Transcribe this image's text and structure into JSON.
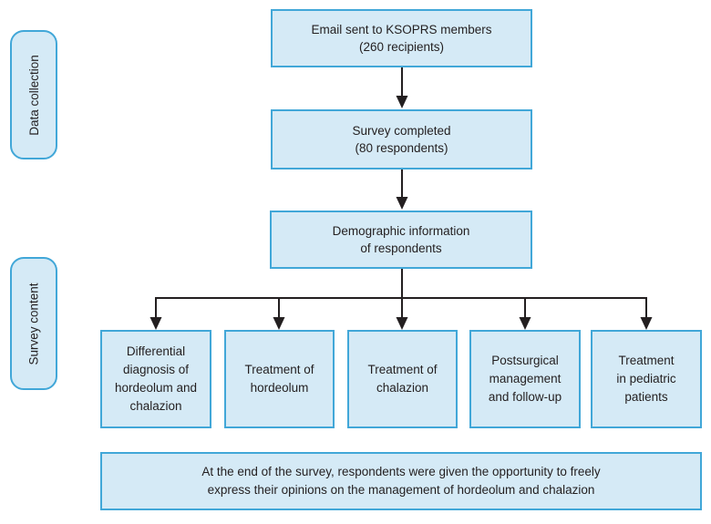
{
  "colors": {
    "box_fill": "#d5eaf6",
    "box_border": "#41a7d8",
    "arrow_color": "#231f20",
    "text_color": "#231f20",
    "background": "#ffffff"
  },
  "stages": [
    {
      "label": "Data collection"
    },
    {
      "label": "Survey content"
    }
  ],
  "flow_steps": [
    {
      "text": "Email sent to KSOPRS members\n(260 recipients)"
    },
    {
      "text": "Survey completed\n(80 respondents)"
    },
    {
      "text": "Demographic information\nof respondents"
    }
  ],
  "survey_topics": [
    {
      "text": "Differential\ndiagnosis of\nhordeolum and\nchalazion"
    },
    {
      "text": "Treatment of\nhordeolum"
    },
    {
      "text": "Treatment of\nchalazion"
    },
    {
      "text": "Postsurgical\nmanagement\nand follow-up"
    },
    {
      "text": "Treatment\nin pediatric\npatients"
    }
  ],
  "footer_note": "At the end of the survey, respondents were given the opportunity to freely\nexpress their opinions on the management of hordeolum and chalazion"
}
